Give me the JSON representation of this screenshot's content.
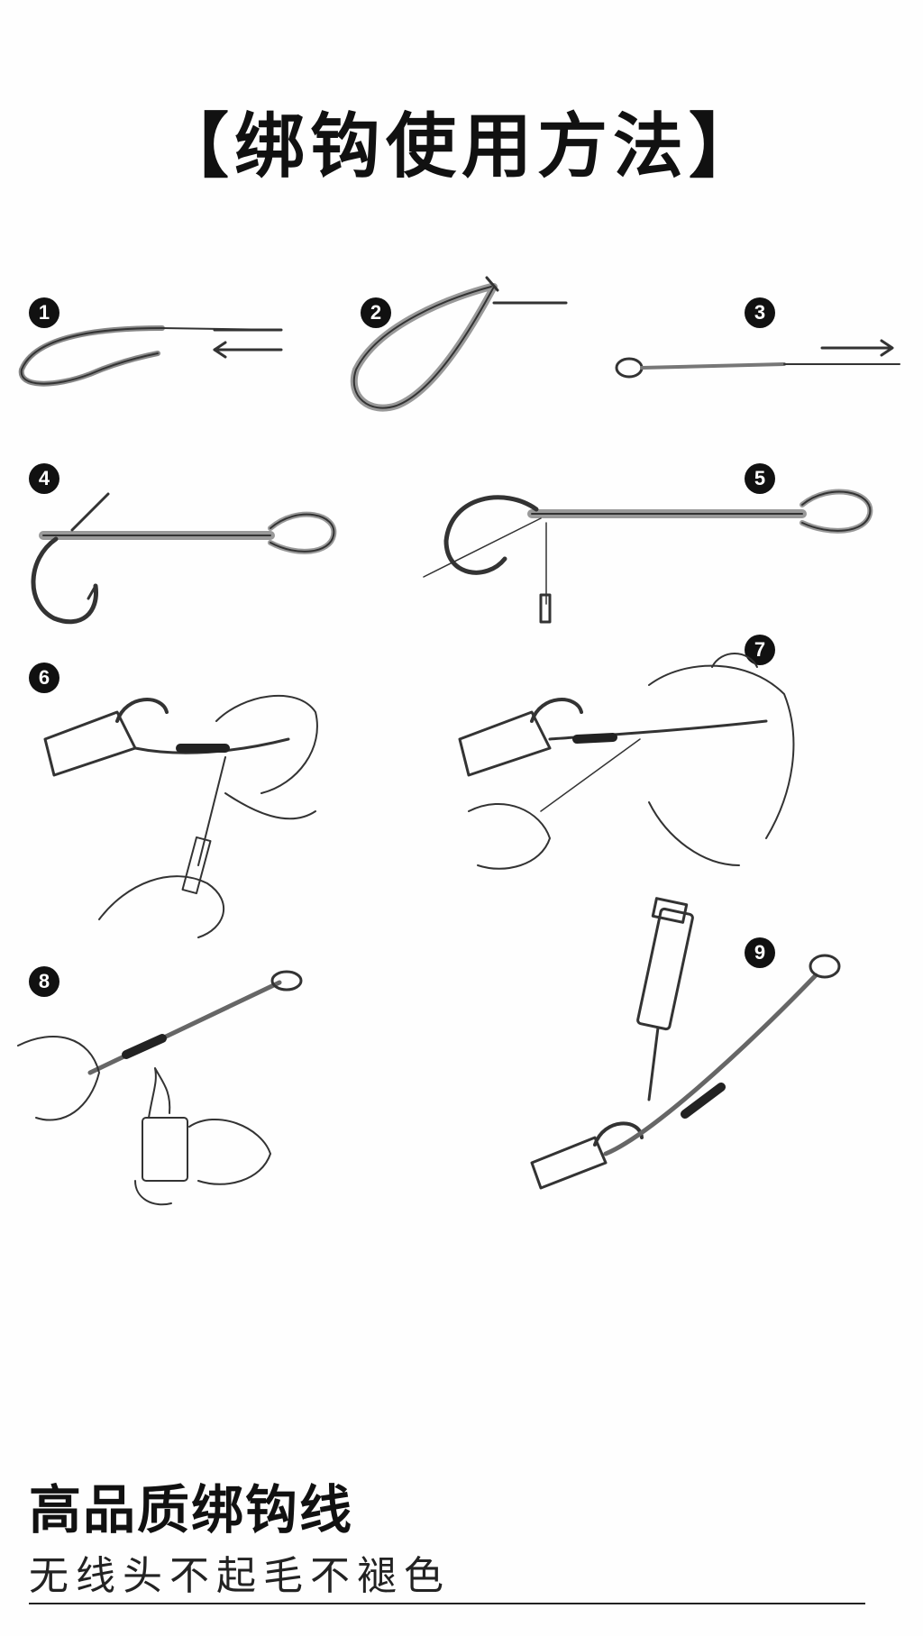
{
  "header": {
    "title": "【绑钩使用方法】"
  },
  "steps": [
    {
      "num": "1"
    },
    {
      "num": "2"
    },
    {
      "num": "3"
    },
    {
      "num": "4"
    },
    {
      "num": "5"
    },
    {
      "num": "6"
    },
    {
      "num": "7"
    },
    {
      "num": "8"
    },
    {
      "num": "9"
    }
  ],
  "footer": {
    "title": "高品质绑钩线",
    "subtitle": "无线头不起毛不褪色"
  }
}
